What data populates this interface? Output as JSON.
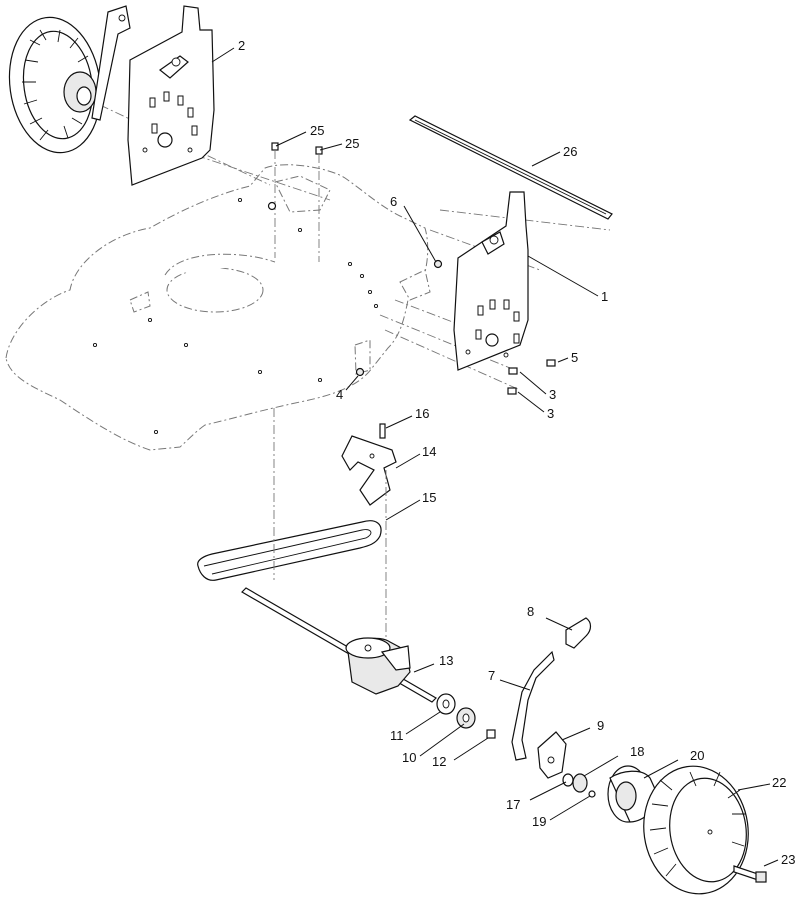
{
  "diagram": {
    "callouts": [
      {
        "id": "c1",
        "label": "1"
      },
      {
        "id": "c2",
        "label": "2"
      },
      {
        "id": "c3a",
        "label": "3"
      },
      {
        "id": "c3b",
        "label": "3"
      },
      {
        "id": "c4",
        "label": "4"
      },
      {
        "id": "c5",
        "label": "5"
      },
      {
        "id": "c6",
        "label": "6"
      },
      {
        "id": "c7",
        "label": "7"
      },
      {
        "id": "c8",
        "label": "8"
      },
      {
        "id": "c9",
        "label": "9"
      },
      {
        "id": "c10",
        "label": "10"
      },
      {
        "id": "c11",
        "label": "11"
      },
      {
        "id": "c12",
        "label": "12"
      },
      {
        "id": "c13",
        "label": "13"
      },
      {
        "id": "c14",
        "label": "14"
      },
      {
        "id": "c15",
        "label": "15"
      },
      {
        "id": "c16",
        "label": "16"
      },
      {
        "id": "c17",
        "label": "17"
      },
      {
        "id": "c18",
        "label": "18"
      },
      {
        "id": "c19",
        "label": "19"
      },
      {
        "id": "c20",
        "label": "20"
      },
      {
        "id": "c22",
        "label": "22"
      },
      {
        "id": "c23",
        "label": "23"
      },
      {
        "id": "c25a",
        "label": "25"
      },
      {
        "id": "c25b",
        "label": "25"
      },
      {
        "id": "c26",
        "label": "26"
      }
    ]
  }
}
